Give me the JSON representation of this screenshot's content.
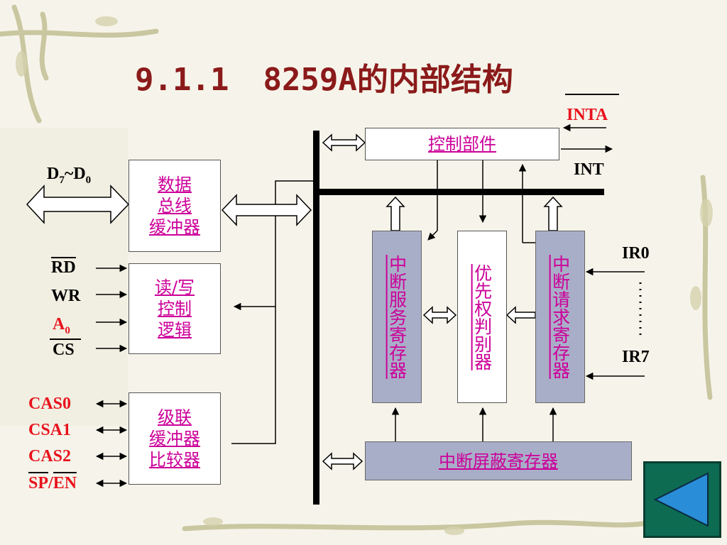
{
  "title": {
    "number": "9.1.1",
    "text": "8259A的内部结构"
  },
  "blocks": {
    "control_unit": "控制部件",
    "data_buffer": "数据\n总线\n缓冲器",
    "rw_logic": "读/写\n控制\n逻辑",
    "cascade": "级联\n缓冲器\n比较器",
    "isr": "中断服务寄存器",
    "priority": "优先权判别器",
    "irr": "中断请求寄存器",
    "imr": "中断屏蔽寄存器"
  },
  "signals": {
    "inta": "INTA",
    "int": "INT",
    "data_bus": {
      "main": "D",
      "sub1": "7",
      "sep": "~D",
      "sub2": "0"
    },
    "rd": "RD",
    "wr": "WR",
    "a0": {
      "main": "A",
      "sub": "0"
    },
    "cs": "CS",
    "cas0": "CAS0",
    "csa1": "CSA1",
    "cas2": "CAS2",
    "sp_en": {
      "sp": "SP",
      "sep": "/",
      "en": "EN"
    },
    "ir0": "IR0",
    "ir7": "IR7"
  },
  "colors": {
    "title": "#8b1a1a",
    "block_text": "#cc0099",
    "red_label": "#e8121c",
    "register_fill": "#a9aec8",
    "nav_button": "#0d6b52"
  },
  "nav": {
    "icon": "back-triangle-icon"
  }
}
